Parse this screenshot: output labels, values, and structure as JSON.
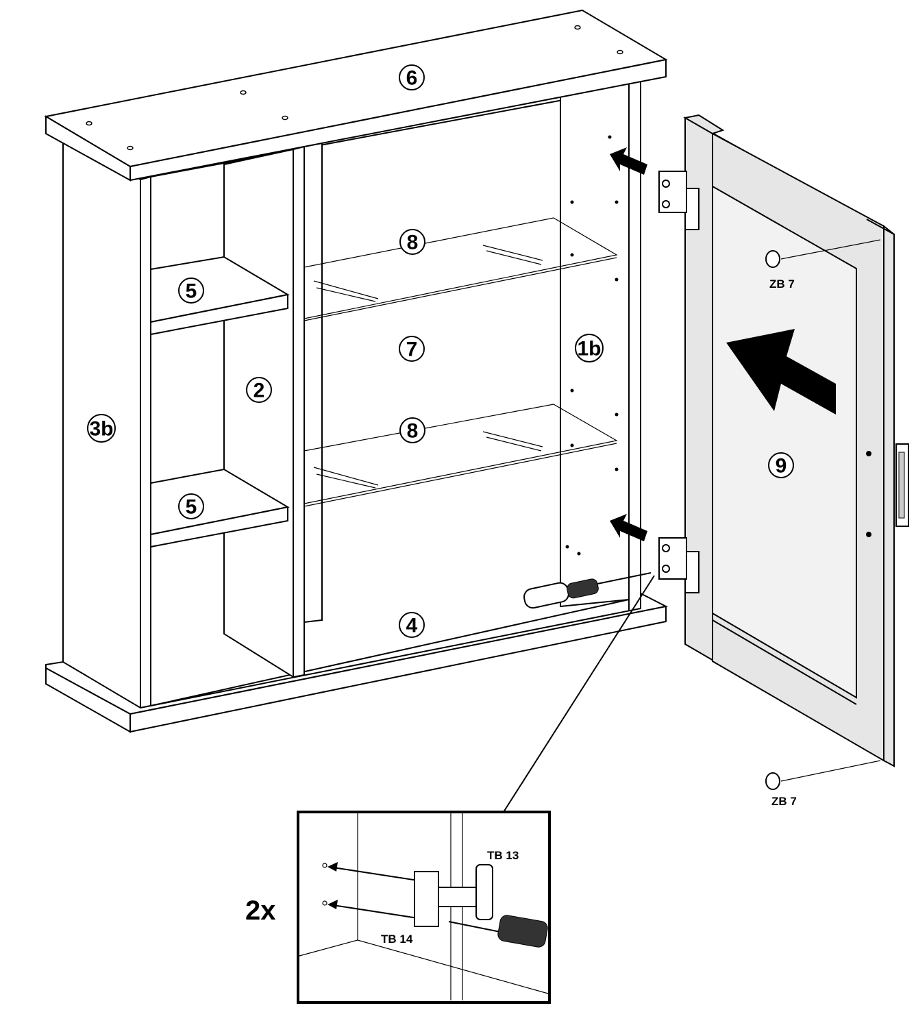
{
  "parts": {
    "p6": "6",
    "p8_top": "8",
    "p8_bottom": "8",
    "p7": "7",
    "p1b": "1b",
    "p2": "2",
    "p3b": "3b",
    "p5_top": "5",
    "p5_bottom": "5",
    "p4": "4",
    "p9": "9"
  },
  "hardware": {
    "zb7_top": "ZB 7",
    "zb7_bottom": "ZB 7",
    "tb13": "TB 13",
    "tb14": "TB 14"
  },
  "quantity": "2x",
  "colors": {
    "door_fill": "#e6e6e6",
    "line": "#000000",
    "background": "#ffffff"
  },
  "icons": [
    "screwdriver-icon",
    "hinge-icon",
    "arrow-icon",
    "knob-icon",
    "handle-icon"
  ]
}
